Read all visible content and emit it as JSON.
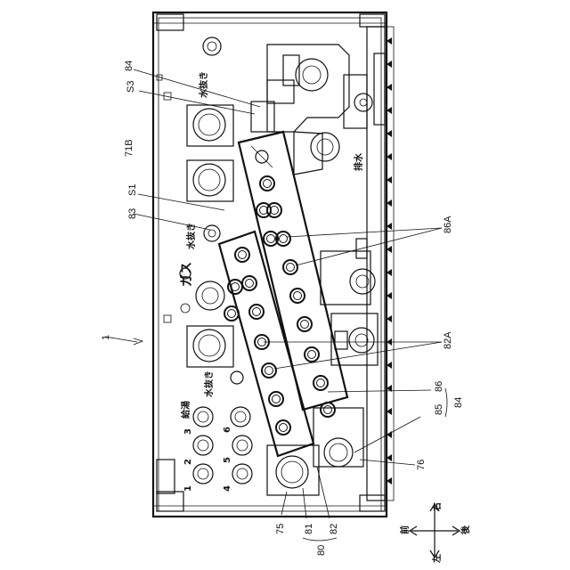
{
  "figure": {
    "labels": {
      "ref_1": "1",
      "ref_71B": "71B",
      "ref_84_top": "84",
      "ref_S3": "S3",
      "ref_S1": "S1",
      "ref_83": "83",
      "ref_86A": "86A",
      "ref_82A": "82A",
      "ref_86": "86",
      "ref_84": "84",
      "ref_85": "85",
      "ref_76": "76",
      "ref_75": "75",
      "ref_81": "81",
      "ref_82": "82",
      "ref_80": "80"
    },
    "jp_text": {
      "drain_top": "水抜き",
      "drain_mid": "水抜き",
      "drain_low": "水抜き",
      "gas": "ガス",
      "exhaust_water": "排水",
      "supply_hot": "給湯",
      "num_1": "1",
      "num_2": "2",
      "num_3": "3",
      "num_4": "4",
      "num_5": "5",
      "num_6": "6"
    },
    "compass": {
      "front": "前",
      "right": "右",
      "left": "左",
      "rear": "後"
    }
  }
}
